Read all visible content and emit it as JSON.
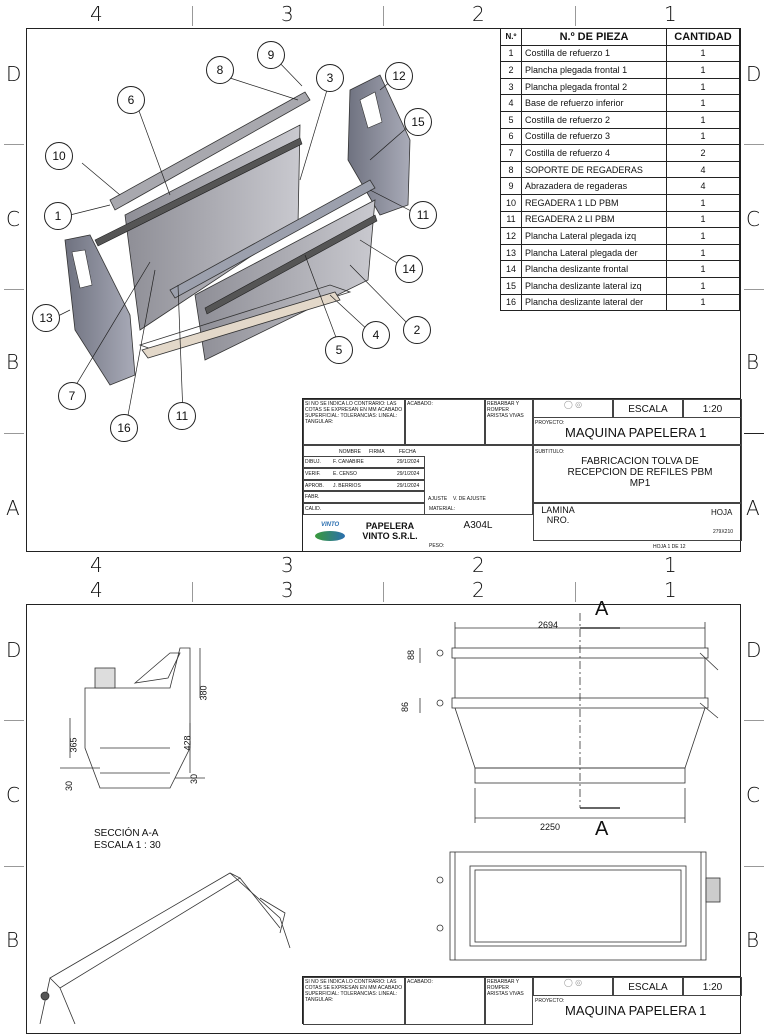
{
  "zones": {
    "numbers": [
      "4",
      "3",
      "2",
      "1"
    ],
    "letters": [
      "D",
      "C",
      "B",
      "A"
    ]
  },
  "parts_table": {
    "headers": [
      "N.º",
      "N.º DE PIEZA",
      "CANTIDAD"
    ],
    "rows": [
      {
        "n": "1",
        "name": "Costilla de refuerzo 1",
        "qty": "1"
      },
      {
        "n": "2",
        "name": "Plancha plegada frontal 1",
        "qty": "1"
      },
      {
        "n": "3",
        "name": "Plancha plegada frontal 2",
        "qty": "1"
      },
      {
        "n": "4",
        "name": "Base de refuerzo inferior",
        "qty": "1"
      },
      {
        "n": "5",
        "name": "Costilla de refuerzo 2",
        "qty": "1"
      },
      {
        "n": "6",
        "name": "Costilla de refuerzo 3",
        "qty": "1"
      },
      {
        "n": "7",
        "name": "Costilla de refuerzo 4",
        "qty": "2"
      },
      {
        "n": "8",
        "name": "SOPORTE DE REGADERAS",
        "qty": "4"
      },
      {
        "n": "9",
        "name": "Abrazadera de regaderas",
        "qty": "4"
      },
      {
        "n": "10",
        "name": "REGADERA 1 LD PBM",
        "qty": "1"
      },
      {
        "n": "11",
        "name": "REGADERA 2 LI PBM",
        "qty": "1"
      },
      {
        "n": "12",
        "name": "Plancha Lateral plegada izq",
        "qty": "1"
      },
      {
        "n": "13",
        "name": "Plancha Lateral plegada der",
        "qty": "1"
      },
      {
        "n": "14",
        "name": "Plancha deslizante frontal",
        "qty": "1"
      },
      {
        "n": "15",
        "name": "Plancha deslizante lateral izq",
        "qty": "1"
      },
      {
        "n": "16",
        "name": "Plancha deslizante lateral der",
        "qty": "1"
      }
    ]
  },
  "callouts": [
    "1",
    "2",
    "3",
    "4",
    "5",
    "6",
    "7",
    "8",
    "9",
    "10",
    "11",
    "11",
    "12",
    "13",
    "14",
    "15",
    "16"
  ],
  "titleblock": {
    "note": "SI NO SE INDICA LO CONTRARIO: LAS COTAS SE EXPRESAN EN MM ACABADO SUPERFICIAL: TOLERANCIAS: LINEAL: TANGULAR:",
    "acabado": "ACABADO:",
    "rebarbar": "REBARBAR Y ROMPER ARISTAS VIVAS",
    "escala_label": "ESCALA",
    "escala": "1:20",
    "proyecto_label": "PROYECTO:",
    "proyecto": "MAQUINA PAPELERA 1",
    "subtitulo_label": "SUBTITULO:",
    "subtitulo": "FABRICACION TOLVA DE RECEPCION DE REFILES PBM MP1",
    "cols": [
      "NOMBRE",
      "FIRMA",
      "FECHA"
    ],
    "rows": [
      {
        "role": "DIBUJ.",
        "name": "F. CANABIRE",
        "date": "29/1/2024"
      },
      {
        "role": "VERIF.",
        "name": "E. CENSO",
        "date": "29/1/2024"
      },
      {
        "role": "APROB.",
        "name": "J. BERRIOS",
        "date": "29/1/2024"
      },
      {
        "role": "FABR.",
        "name": "",
        "date": ""
      },
      {
        "role": "CALID.",
        "name": "",
        "date": ""
      }
    ],
    "ajuste": "AJUSTE",
    "ajuste_val": "V. DE AJUSTE",
    "material_label": "MATERIAL:",
    "material": "A304L",
    "lamina": "LAMINA NRO.",
    "hoja_label": "HOJA",
    "hoja_size": "279X210",
    "hoja": "HOJA 1 DE 12",
    "peso": "PESO:",
    "logo_brand": "VINTO",
    "logo_text": "PAPELERA VINTO S.R.L."
  },
  "titleblock2": {
    "escala": "1:20",
    "proyecto": "MAQUINA PAPELERA 1"
  },
  "sheet2": {
    "section_label": "SECCIÓN A-A",
    "section_scale": "ESCALA 1 : 30",
    "dims": {
      "top_width": "2694",
      "bottom_width": "2250",
      "d88": "88",
      "d86": "86",
      "d380": "380",
      "d365": "365",
      "d428": "428",
      "d30a": "30",
      "d30b": "30"
    },
    "section_marks": [
      "A",
      "A"
    ]
  }
}
